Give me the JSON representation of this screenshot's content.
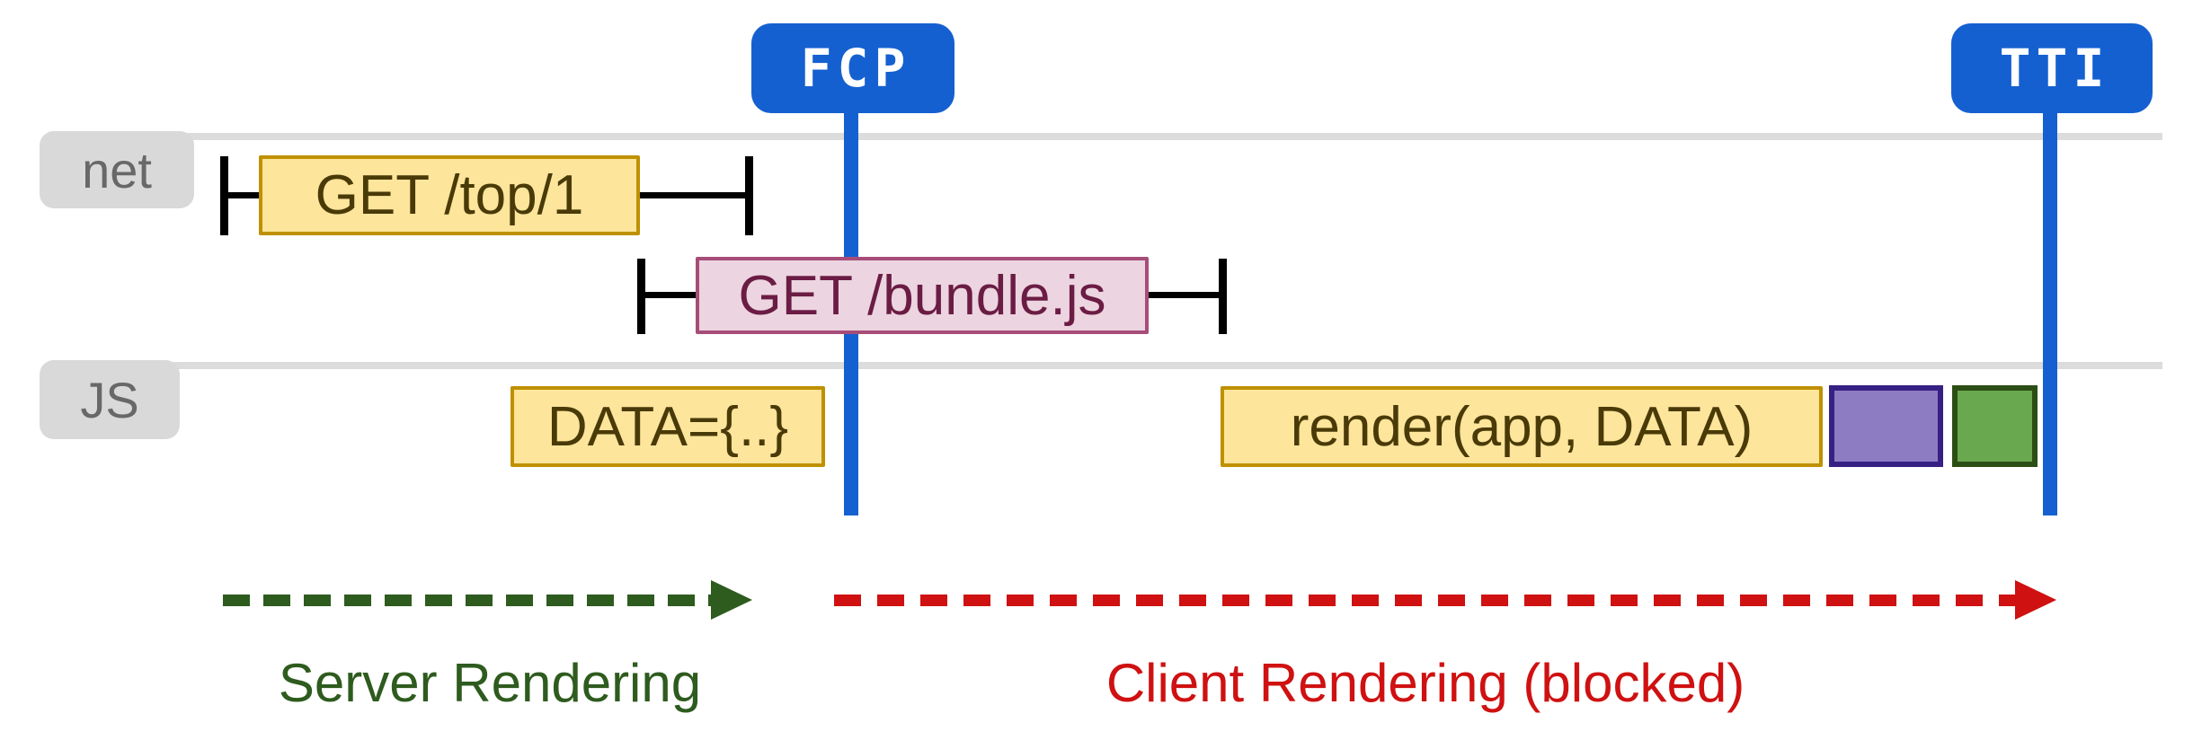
{
  "diagram": {
    "markers": {
      "fcp": "FCP",
      "tti": "TTI"
    },
    "lanes": {
      "net": "net",
      "js": "JS"
    },
    "net_events": [
      {
        "label": "GET /top/1",
        "kind": "network-request",
        "style": "yellow"
      },
      {
        "label": "GET /bundle.js",
        "kind": "network-request",
        "style": "pink"
      }
    ],
    "js_events": [
      {
        "label": "DATA={..}",
        "kind": "js-task",
        "style": "yellow"
      },
      {
        "label": "render(app, DATA)",
        "kind": "js-task",
        "style": "yellow"
      },
      {
        "label": "",
        "kind": "js-task",
        "style": "purple"
      },
      {
        "label": "",
        "kind": "js-task",
        "style": "green"
      }
    ],
    "phases": {
      "server": "Server Rendering",
      "client": "Client Rendering (blocked)"
    },
    "colors": {
      "marker_blue": "#1560d0",
      "lane_rail_gray": "#dcdcdc",
      "lane_label_gray": "#d9d9d9",
      "lane_label_text": "#686868",
      "task_yellow_fill": "#fde59b",
      "task_yellow_border": "#bf9000",
      "task_yellow_text": "#493a08",
      "request_pink_fill": "#ecd5e0",
      "request_pink_border": "#a64d79",
      "request_pink_text": "#6b1c44",
      "block_purple_fill": "#8e7cc3",
      "block_purple_border": "#372084",
      "block_green_fill": "#6aa84f",
      "block_green_border": "#2c4e15",
      "phase_server_green": "#2e5b1e",
      "phase_client_red": "#cf1111",
      "bracket_black": "#000000"
    }
  }
}
